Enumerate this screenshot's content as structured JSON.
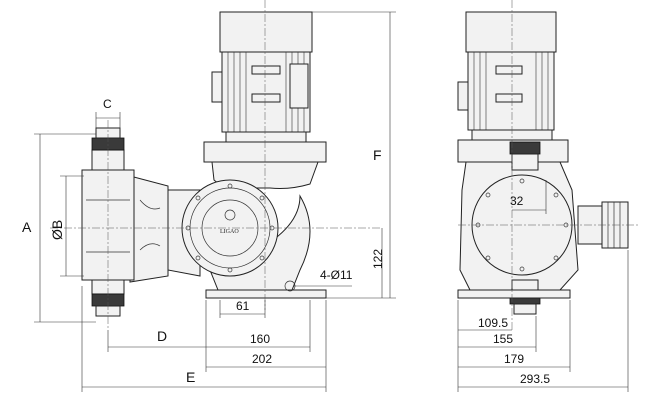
{
  "labels": {
    "C": "C",
    "A": "A",
    "B": "ØB",
    "D": "D",
    "E": "E",
    "F": "F",
    "d61": "61",
    "d160": "160",
    "d202": "202",
    "d122": "122",
    "holes": "4-Ø11",
    "d32": "32",
    "d109_5": "109.5",
    "d155": "155",
    "d179": "179",
    "d293_5": "293.5"
  },
  "logo_text": "LIGAO"
}
